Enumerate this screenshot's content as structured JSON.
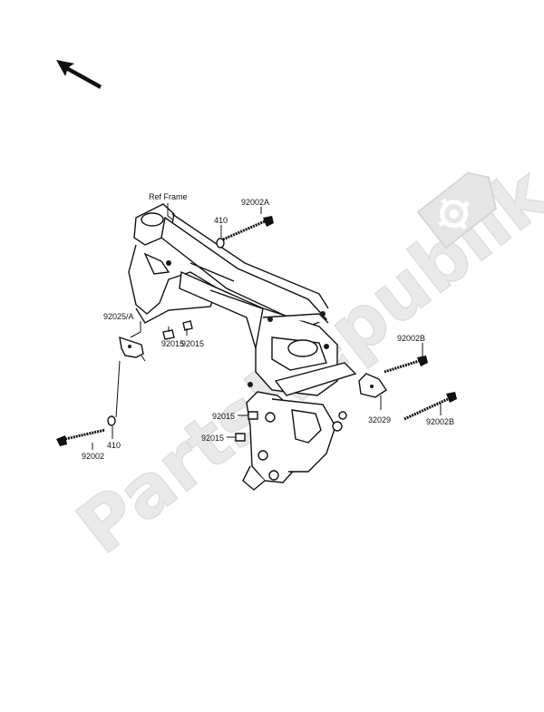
{
  "diagram": {
    "labels": {
      "ref_frame": "Ref Frame",
      "bolt_92002A": "92002A",
      "washer_410_top": "410",
      "bracket_92025A": "92025/A",
      "nut_92015_a": "92015",
      "nut_92015_b": "92015",
      "nut_92015_c": "92015",
      "nut_92015_d": "92015",
      "bolt_92002B_top": "92002B",
      "bolt_92002B_bottom": "92002B",
      "bracket_32029": "32029",
      "bolt_92002": "92002",
      "washer_410_bottom": "410"
    },
    "watermark": {
      "text": "PartsRepublik",
      "logo_icon": "gear-icon"
    },
    "direction_icon": "arrow-up-left-icon"
  }
}
